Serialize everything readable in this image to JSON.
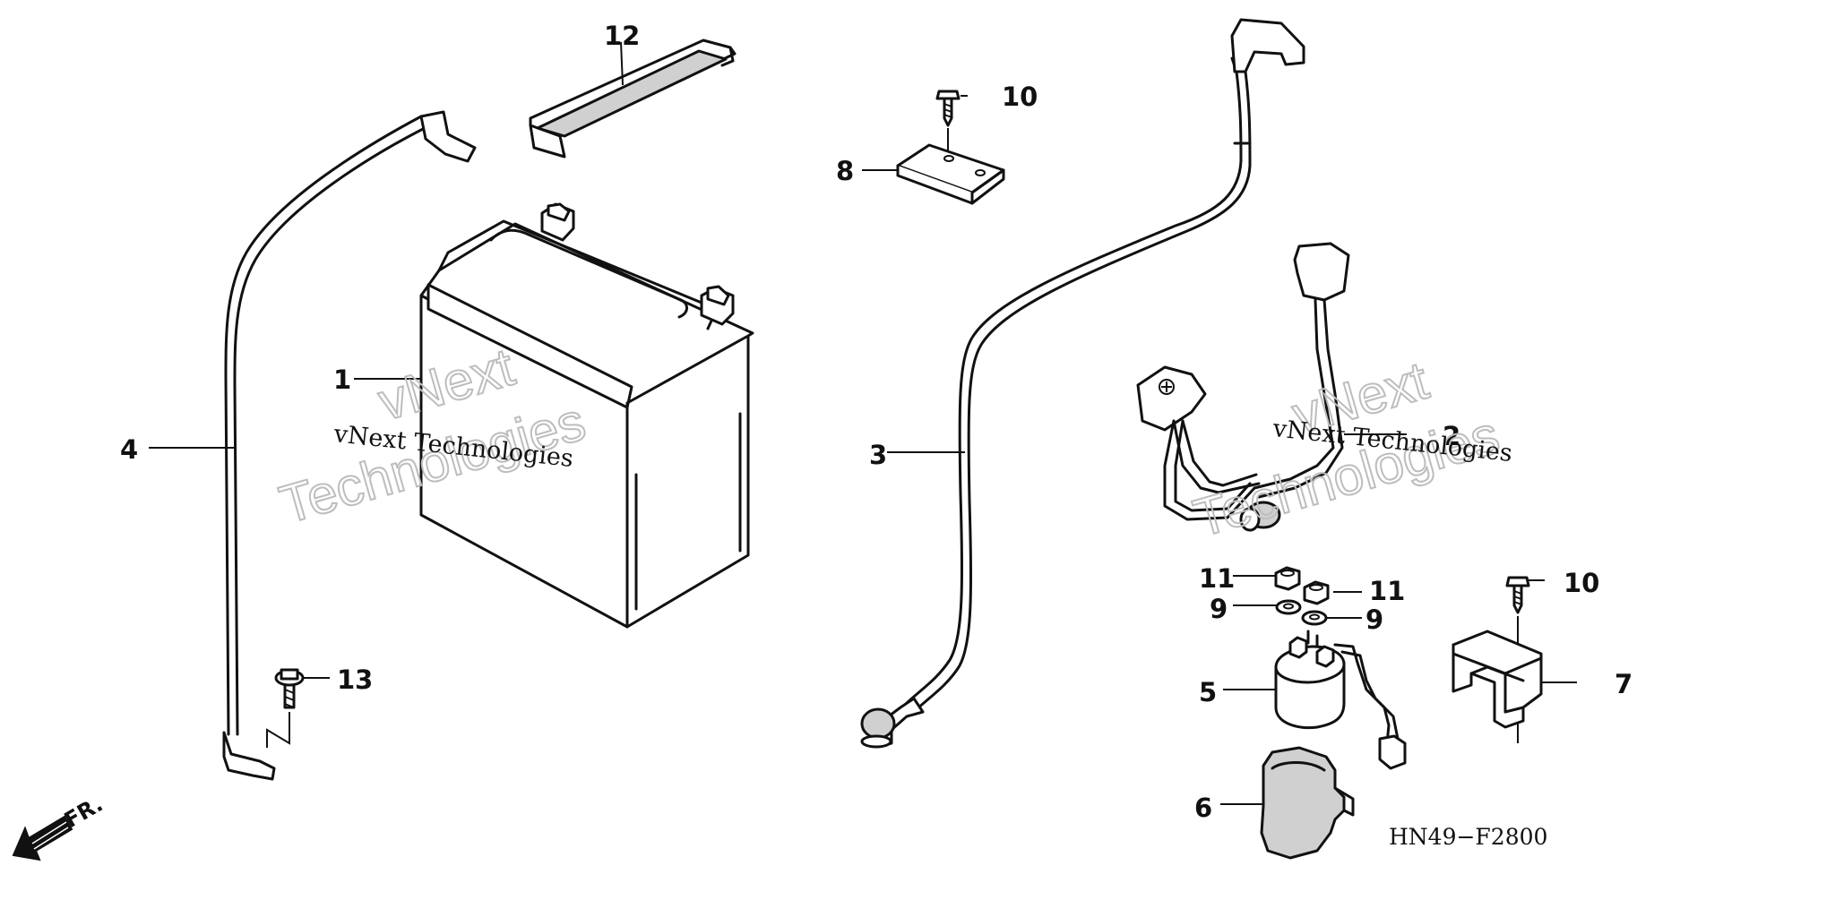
{
  "callouts": {
    "p1": "1",
    "p2": "2",
    "p3": "3",
    "p4": "4",
    "p5": "5",
    "p6": "6",
    "p7": "7",
    "p8": "8",
    "p9a": "9",
    "p9b": "9",
    "p10a": "10",
    "p10b": "10",
    "p11a": "11",
    "p11b": "11",
    "p12": "12",
    "p13": "13"
  },
  "watermark": {
    "line1": "vNext Technologies",
    "outline1": "vNext",
    "outline2": "Technologies",
    "line2": "vNext Technologies",
    "outline3": "vNext",
    "outline4": "Technologies"
  },
  "drawing_code": "HN49−F2800",
  "front_indicator": "FR."
}
